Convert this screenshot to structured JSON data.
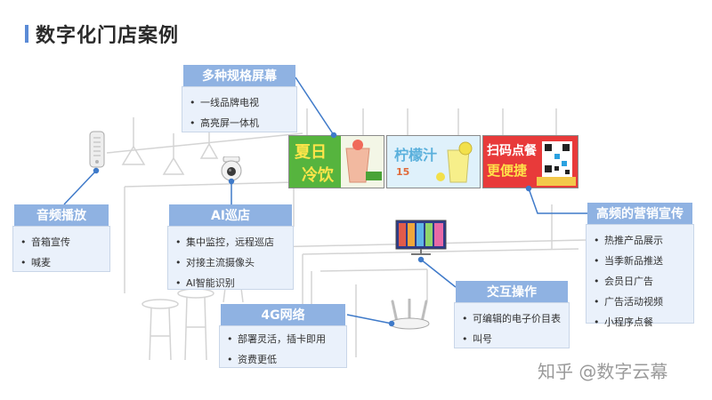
{
  "header": {
    "title": "数字化门店案例"
  },
  "screens": {
    "summer": {
      "line1": "夏日",
      "line2": "冷饮"
    },
    "lemon": {
      "title": "柠檬汁",
      "price": "15"
    },
    "scan": {
      "line1": "扫码点餐",
      "line2": "更便捷"
    }
  },
  "callouts": {
    "screens": {
      "title": "多种规格屏幕",
      "items": [
        "一线品牌电视",
        "高亮屏一体机"
      ]
    },
    "audio": {
      "title": "音频播放",
      "items": [
        "音箱宣传",
        "喊麦"
      ]
    },
    "ai": {
      "title": "AI巡店",
      "items": [
        "集中监控，远程巡店",
        "对接主流摄像头",
        "AI智能识别"
      ]
    },
    "marketing": {
      "title": "高频的营销宣传",
      "items": [
        "热推产品展示",
        "当季新品推送",
        "会员日广告",
        "广告活动视频",
        "小程序点餐"
      ]
    },
    "interactive": {
      "title": "交互操作",
      "items": [
        "可编辑的电子价目表",
        "叫号"
      ]
    },
    "network": {
      "title": "4G网络",
      "items": [
        "部署灵活，插卡即用",
        "资费更低"
      ]
    }
  },
  "watermark": "知乎 @数字云幕",
  "colors": {
    "accent": "#5b8bd6",
    "header_fill": "#8fb2e2",
    "box_fill": "#eaf1fb",
    "connector": "#3f7ac9"
  }
}
